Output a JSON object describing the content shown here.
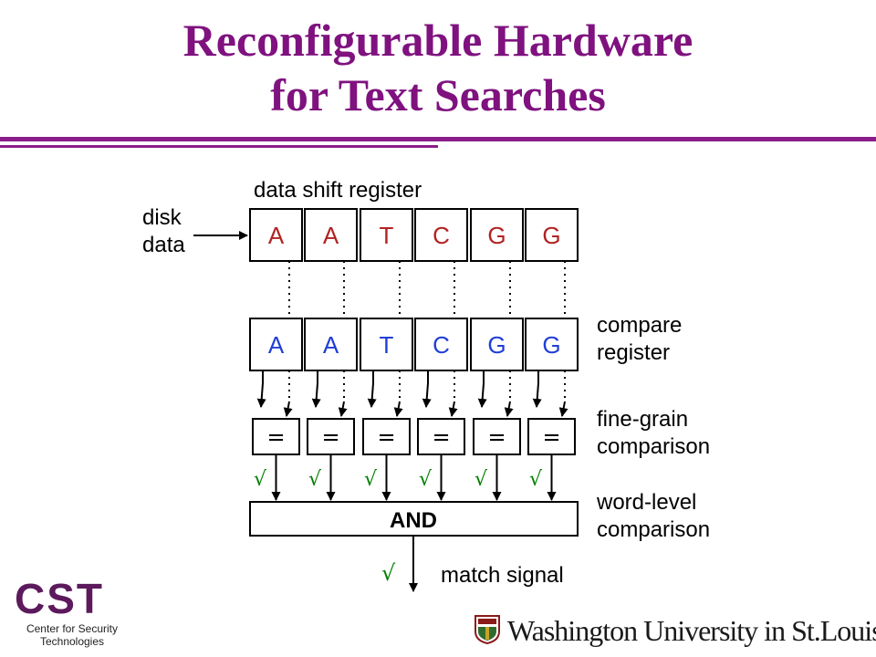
{
  "slide": {
    "title_line1": "Reconfigurable Hardware",
    "title_line2": "for Text Searches"
  },
  "colors": {
    "title": "#7f127f",
    "data_letters": "#b22222",
    "compare_letters": "#1f3fd6",
    "check": "#008000",
    "rule": "#8a1d8a"
  },
  "diagram": {
    "labels": {
      "shift_register": "data shift register",
      "disk_line1": "disk",
      "disk_line2": "data",
      "compare_line1": "compare",
      "compare_line2": "register",
      "fine_line1": "fine-grain",
      "fine_line2": "comparison",
      "word_line1": "word-level",
      "word_line2": "comparison",
      "match_signal": "match signal"
    },
    "data_register": [
      "A",
      "A",
      "T",
      "C",
      "G",
      "G"
    ],
    "compare_register": [
      "A",
      "A",
      "T",
      "C",
      "G",
      "G"
    ],
    "equals_symbol": "=",
    "check_symbol": "√",
    "and_label": "AND"
  },
  "logos": {
    "cst_letters": "CST",
    "cst_line1": "Center for Security",
    "cst_line2": "Technologies",
    "wu_text": "Washington University in St.Louis"
  }
}
